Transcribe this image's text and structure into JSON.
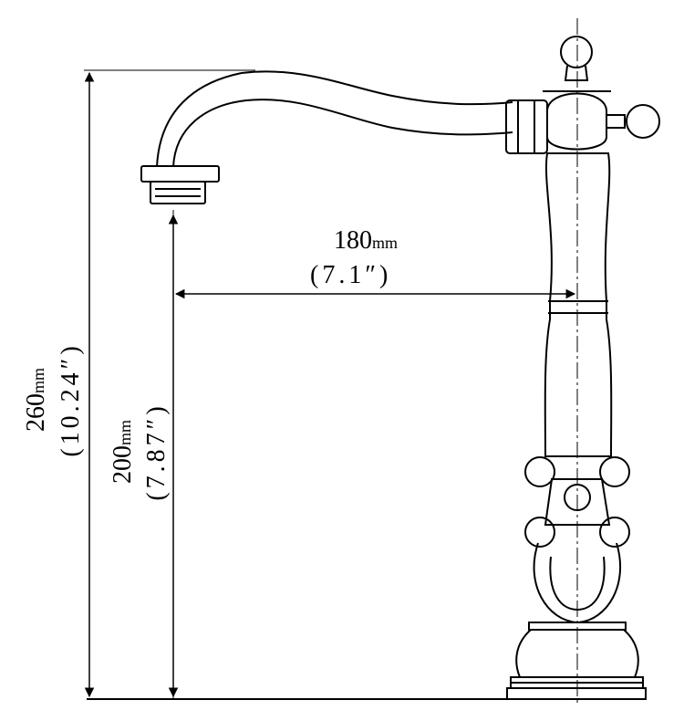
{
  "dimensions": {
    "reach": {
      "metric": "180",
      "unit": "mm",
      "imperial": "(7.1″)"
    },
    "spout_height": {
      "metric": "200",
      "unit": "mm",
      "imperial": "(7.87″)"
    },
    "total_height": {
      "metric": "260",
      "unit": "mm",
      "imperial": "(10.24″)"
    }
  },
  "colors": {
    "line": "#000000",
    "background": "#ffffff"
  }
}
